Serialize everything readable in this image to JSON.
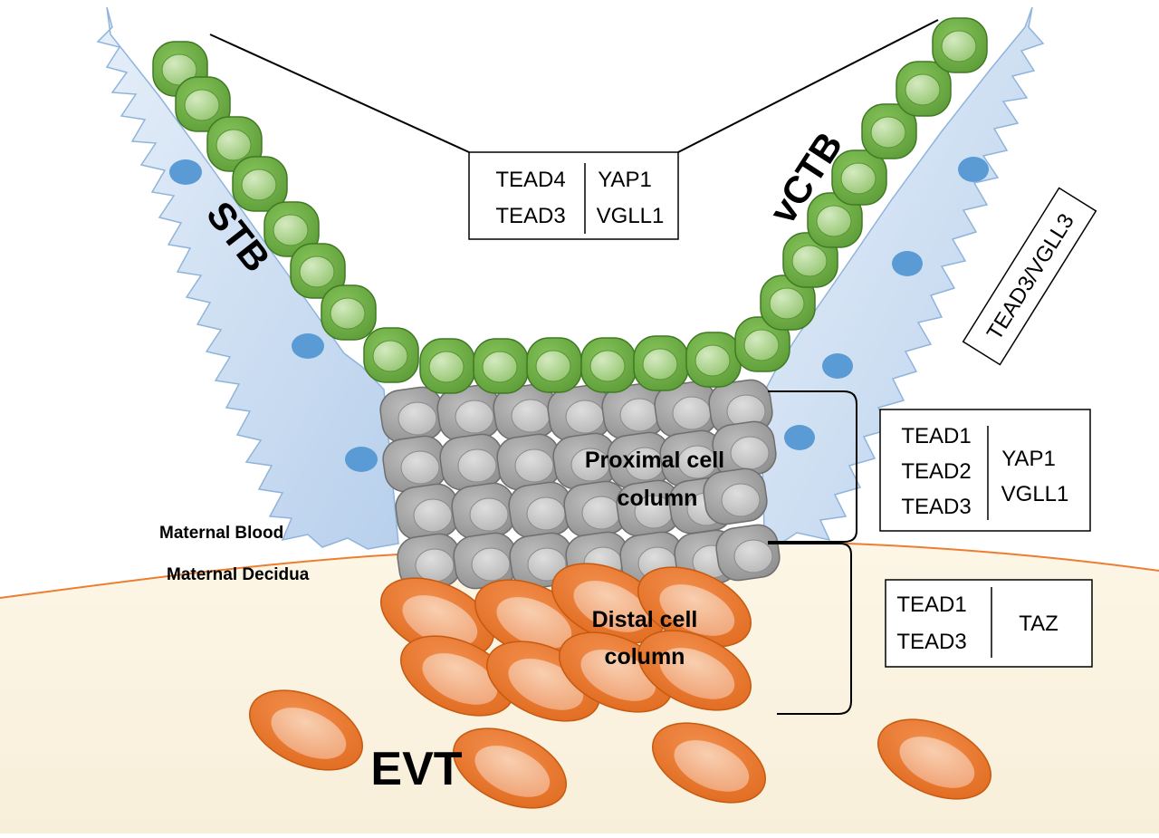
{
  "labels": {
    "stb": "STB",
    "vctb": "vCTB",
    "evt": "EVT",
    "maternal_blood": "Maternal Blood",
    "maternal_decidua": "Maternal Decidua",
    "proximal_line1": "Proximal cell",
    "proximal_line2": "column",
    "distal_line1": "Distal cell",
    "distal_line2": "column"
  },
  "boxes": {
    "vctb_box": {
      "left": [
        "TEAD4",
        "TEAD3"
      ],
      "right": [
        "YAP1",
        "VGLL1"
      ]
    },
    "stb_box": {
      "text": "TEAD3/VGLL3"
    },
    "proximal_box": {
      "left": [
        "TEAD1",
        "TEAD2",
        "TEAD3"
      ],
      "right": [
        "YAP1",
        "VGLL1"
      ]
    },
    "distal_box": {
      "left": [
        "TEAD1",
        "TEAD3"
      ],
      "right": [
        "TAZ"
      ]
    }
  },
  "colors": {
    "stb_fill": "#cfe0f3",
    "stb_stroke": "#8fb4dc",
    "stb_nucleus": "#5b9bd5",
    "vctb_cell": "#70ad47",
    "vctb_nucleus": "#a9d18e",
    "column_cell": "#a6a6a6",
    "column_nucleus": "#c9c9c9",
    "evt_cell": "#ed7d31",
    "evt_nucleus": "#f4b183",
    "decidua": "#fbf3e2",
    "decidua_line": "#ed7d31"
  }
}
